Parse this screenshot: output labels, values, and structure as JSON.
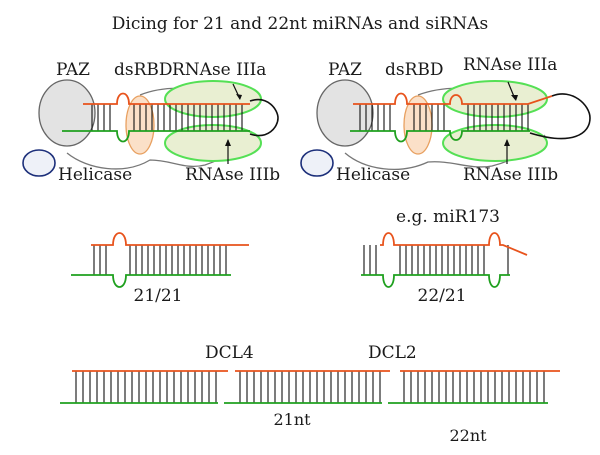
{
  "title": "Dicing for 21 and 22nt miRNAs and siRNAs",
  "left_complex": {
    "paz": "PAZ",
    "dsrbd": "dsRBD",
    "rnase_a": "RNAse IIIa",
    "rnase_b": "RNAse IIIb",
    "helicase": "Helicase"
  },
  "right_complex": {
    "paz": "PAZ",
    "dsrbd": "dsRBD",
    "rnase_a": "RNAse IIIa",
    "rnase_b": "RNAse IIIb",
    "helicase": "Helicase"
  },
  "products": {
    "left_label": "21/21",
    "right_label": "22/21",
    "right_example": "e.g. miR173"
  },
  "bottom": {
    "dcl4": "DCL4",
    "dcl2": "DCL2",
    "nt21": "21nt",
    "nt22": "22nt"
  },
  "colors": {
    "strand_top": "#e8531c",
    "strand_bottom": "#1fa01f",
    "paz_fill": "#e3e3e3",
    "dsrbd_fill": "#fbe0c8",
    "rnase_fill": "#e9efd2",
    "rnase_border": "#55e055",
    "helicase_border": "#1c2f7a"
  }
}
